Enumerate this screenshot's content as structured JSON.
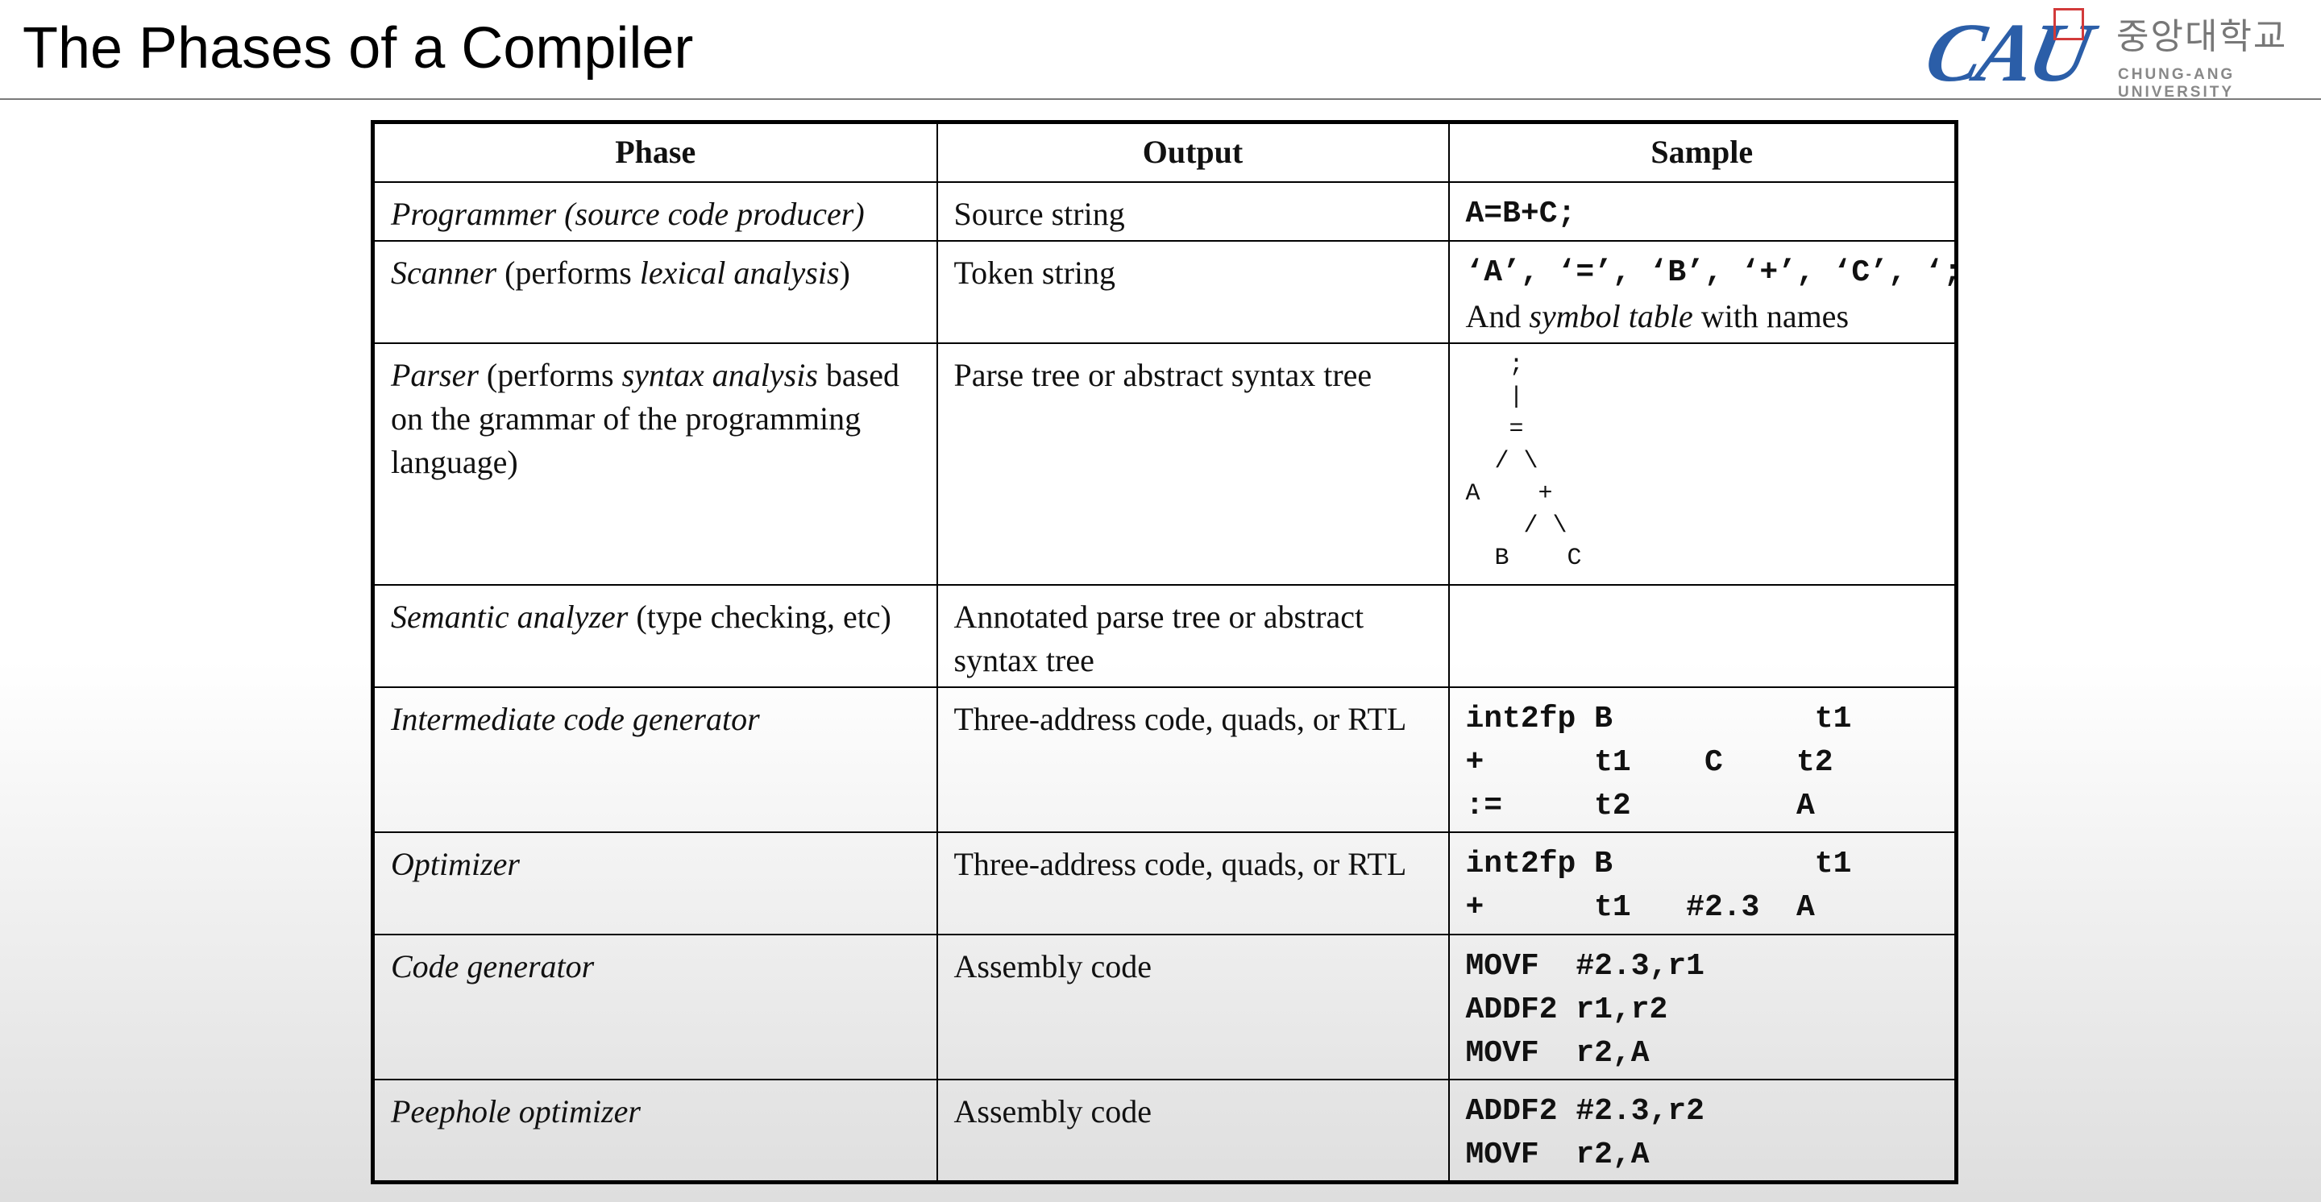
{
  "slide": {
    "title": "The Phases of a Compiler",
    "logo": {
      "latin": "CAU",
      "korean": "중앙대학교",
      "english": "CHUNG-ANG UNIVERSITY",
      "colors": {
        "blue": "#2b5ea8",
        "red": "#d23a3a"
      }
    }
  },
  "table": {
    "headers": [
      "Phase",
      "Output",
      "Sample"
    ],
    "rows": [
      {
        "phase_italic": "Programmer (source code producer)",
        "phase_rest": "",
        "output": "Source string",
        "sample_code": "A=B+C;"
      },
      {
        "phase_italic": "Scanner",
        "phase_rest_1": " (performs ",
        "phase_italic_2": "lexical analysis",
        "phase_rest_2": ")",
        "output": "Token string",
        "sample_code": "‘A’, ‘=’, ‘B’, ‘+’, ‘C’, ‘;’",
        "sample_text_1": "And ",
        "sample_italic": "symbol table",
        "sample_text_2": " with names"
      },
      {
        "phase_italic": "Parser",
        "phase_rest_1": " (performs ",
        "phase_italic_2": "syntax analysis",
        "phase_rest_2": " based on the grammar of the programming language)",
        "output": "Parse tree or abstract syntax tree",
        "sample_tree": "   ;\n   |\n   =\n  / \\\nA    +\n    / \\\n  B    C"
      },
      {
        "phase_italic": "Semantic analyzer",
        "phase_rest": " (type checking, etc)",
        "output": "Annotated parse tree or abstract syntax tree",
        "sample_code": ""
      },
      {
        "phase_italic": "Intermediate code generator",
        "phase_rest": "",
        "output": "Three-address code, quads, or RTL",
        "sample_code": "int2fp B           t1\n+      t1    C    t2\n:=     t2         A"
      },
      {
        "phase_italic": "Optimizer",
        "phase_rest": "",
        "output": "Three-address code, quads, or RTL",
        "sample_code": "int2fp B           t1\n+      t1   #2.3  A"
      },
      {
        "phase_italic": "Code generator",
        "phase_rest": "",
        "output": "Assembly code",
        "sample_code": "MOVF  #2.3,r1\nADDF2 r1,r2\nMOVF  r2,A"
      },
      {
        "phase_italic": "Peephole optimizer",
        "phase_rest": "",
        "output": "Assembly code",
        "sample_code": "ADDF2 #2.3,r2\nMOVF  r2,A"
      }
    ]
  }
}
